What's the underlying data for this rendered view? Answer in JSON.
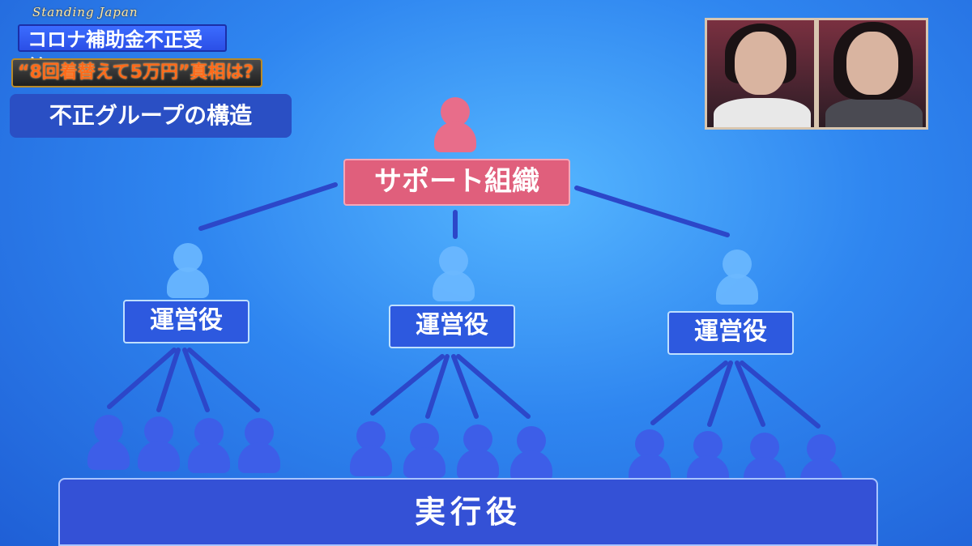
{
  "captions": {
    "show_logo": "Standing Japan",
    "headline_1": "コロナ補助金不正受給",
    "headline_2": "“8回着替えて5万円”真相は?",
    "section_title": "不正グループの構造"
  },
  "diagram": {
    "top_node": "サポート組織",
    "middle_nodes": [
      "運営役",
      "運営役",
      "運営役"
    ],
    "bottom_node": "実行役",
    "executors_per_operator": 4
  },
  "colors": {
    "background": "#2f86f0",
    "support_org": "#e05f7c",
    "operator": "#2d59df",
    "executor": "#3d5ee8"
  }
}
